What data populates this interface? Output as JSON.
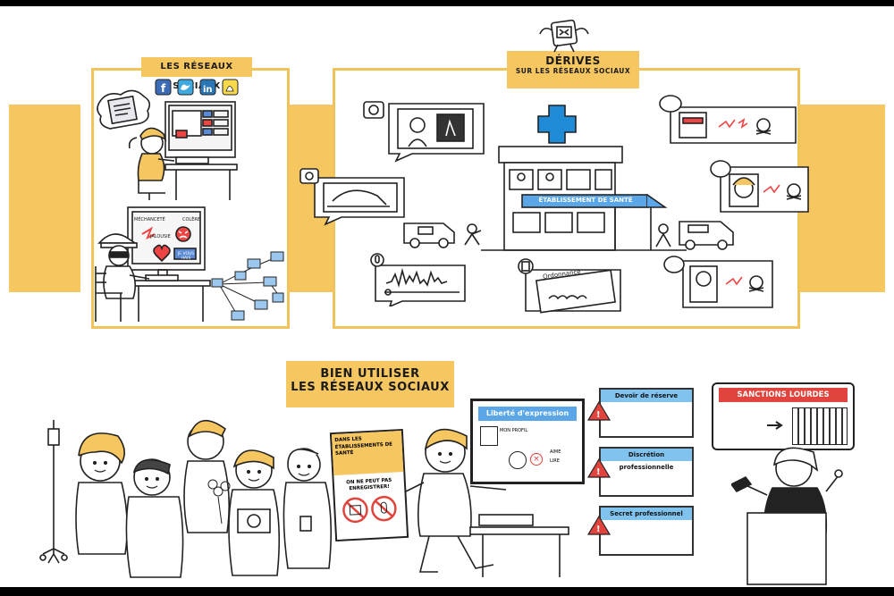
{
  "sections": {
    "left": {
      "title": "Les réseaux sociaux"
    },
    "derives": {
      "title_line1": "Dérives",
      "title_line2": "sur les réseaux sociaux"
    },
    "bien": {
      "title_line1": "Bien utiliser",
      "title_line2": "les réseaux sociaux"
    },
    "sanctions": {
      "title": "Sanctions lourdes"
    }
  },
  "left_panel": {
    "emotion_words": [
      "Méchanceté",
      "Colère",
      "Jalousie"
    ],
    "speech": "Je vous hais"
  },
  "hospital": {
    "sign": "Établissement de santé"
  },
  "ordonnance": {
    "title": "Ordonnance"
  },
  "poster": {
    "line1": "Dans les établissements de santé",
    "line2": "On ne peut pas enregistrer!"
  },
  "monitor": {
    "header": "Liberté d'expression",
    "profile": "Mon profil",
    "opt_aime": "Aime",
    "opt_lire": "Lire"
  },
  "rules": [
    {
      "title": "Devoir de réserve"
    },
    {
      "title": "Discrétion professionnelle"
    },
    {
      "title": "Secret professionnel"
    }
  ],
  "colors": {
    "accent_yellow": "#f6c661",
    "frame_yellow": "#f1c35b",
    "rule_blue": "#7fc3ee",
    "sanction_red": "#e0443c",
    "ink": "#222222"
  }
}
